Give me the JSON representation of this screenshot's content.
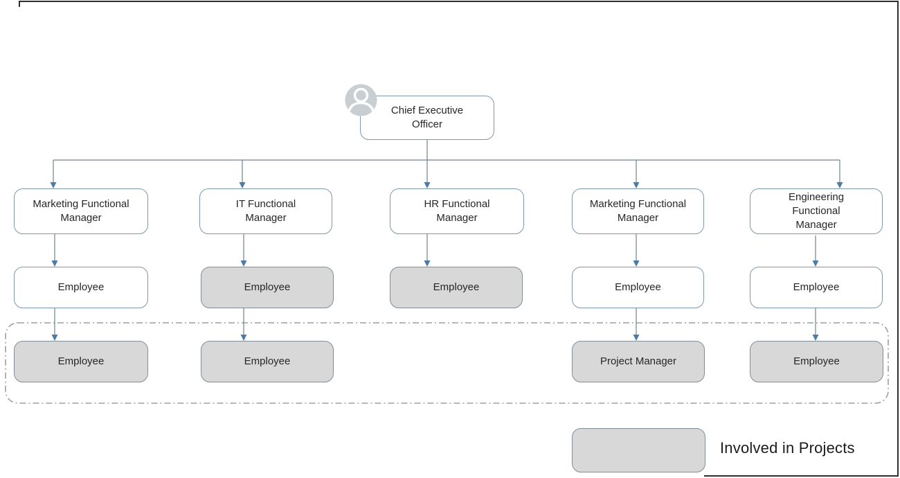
{
  "diagram_type": "matrix-organization-chart",
  "ceo": {
    "label": "Chief Executive Officer",
    "avatar_icon": "person-icon"
  },
  "columns": [
    {
      "manager": "Marketing Functional Manager",
      "employees": [
        {
          "label": "Employee",
          "involved_in_projects": false
        },
        {
          "label": "Employee",
          "involved_in_projects": true
        }
      ]
    },
    {
      "manager": "IT Functional Manager",
      "employees": [
        {
          "label": "Employee",
          "involved_in_projects": true
        },
        {
          "label": "Employee",
          "involved_in_projects": true
        }
      ]
    },
    {
      "manager": "HR Functional Manager",
      "employees": [
        {
          "label": "Employee",
          "involved_in_projects": true
        }
      ]
    },
    {
      "manager": "Marketing Functional Manager",
      "employees": [
        {
          "label": "Employee",
          "involved_in_projects": false
        },
        {
          "label": "Project Manager",
          "involved_in_projects": true
        }
      ]
    },
    {
      "manager": "Engineering Functional Manager",
      "employees": [
        {
          "label": "Employee",
          "involved_in_projects": false
        },
        {
          "label": "Employee",
          "involved_in_projects": true
        }
      ]
    }
  ],
  "project_region": {
    "style": "dash-dot-rounded-rectangle",
    "meaning": "members involved in projects"
  },
  "legend": {
    "label": "Involved in Projects",
    "swatch_fill": "#d8d8d8"
  },
  "colors": {
    "node_fill_white": "#ffffff",
    "node_fill_involved": "#d8d8d8",
    "node_border": "#7d98ab",
    "connector_line": "#6a8290",
    "arrowhead": "#4d7ba6",
    "dashed_region_border": "#9aa0a6",
    "text": "#262626",
    "frame_edge": "#2e2e2e"
  }
}
